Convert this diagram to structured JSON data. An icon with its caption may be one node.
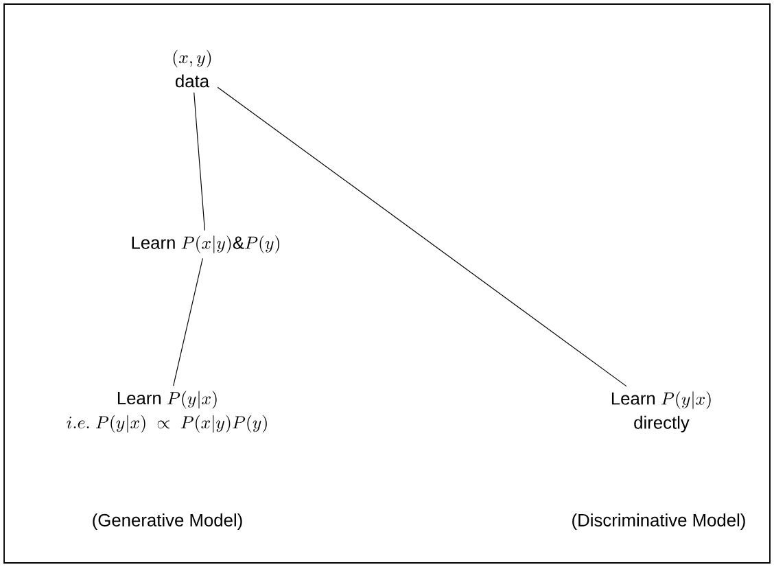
{
  "diagram": {
    "nodes": [
      {
        "text": [
          "(x, y)",
          "\\text{data}"
        ]
      },
      {
        "text": [
          "\\text{Learn } P(x|y) \\& P(y)"
        ]
      },
      {
        "text": [
          "\\text{Learn } P(y|x)",
          "i.e.\\ P(y|x) \\;\\propto\\; P(x|y)P(y)"
        ]
      },
      {
        "text": [
          "\\text{Learn } P(y|x)",
          "\\text{directly}"
        ]
      }
    ],
    "edges": [
      {
        "from": 0,
        "to": 1,
        "arrow": "none"
      },
      {
        "from": 1,
        "to": 2,
        "arrow": "none"
      },
      {
        "from": 0,
        "to": 3,
        "arrow": "none"
      }
    ],
    "labels": [
      "(Generative Model)",
      "(Discriminative Model)"
    ]
  }
}
